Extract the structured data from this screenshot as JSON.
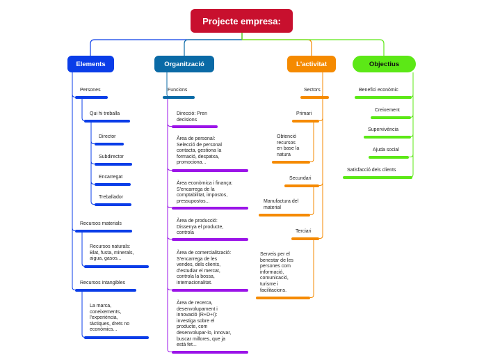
{
  "root": {
    "label": "Projecte empresa:",
    "color": "#c8102e"
  },
  "branches": [
    {
      "label": "Elements",
      "color": "#0a3de8",
      "items": [
        {
          "label": "Persones"
        },
        {
          "label": "Qui hi treballa"
        },
        {
          "label": "Director"
        },
        {
          "label": "Subdirector"
        },
        {
          "label": "Encarregat"
        },
        {
          "label": "Treballador"
        },
        {
          "label": "Recursos materials"
        },
        {
          "label": "Recursos naturals:\nBlat, fusta, minerals,\naigua, gasos..."
        },
        {
          "label": "Recursos intangibles"
        },
        {
          "label": "La marca,\nconeixements,\nl'experiència,\ntàctiques, drets no\neconòmics..."
        }
      ]
    },
    {
      "label": "Organització",
      "color": "#0a6aa6",
      "sub_color": "#9b14e8",
      "items": [
        {
          "label": "Funcions"
        },
        {
          "label": "Direcció:  Pren\ndecisions"
        },
        {
          "label": "Àrea de personal:\nSelecció de personal\ncontacta, gestiona la\nformació, despatxa,\npromociona..."
        },
        {
          "label": "Àrea econòmica i finança:\nS'encarrega de la\ncomptabilitat, impostos,\npressupostos..."
        },
        {
          "label": "Àrea de producció:\nDissenya el producte,\ncontrola"
        },
        {
          "label": "Àrea de comercialització:\nS'encarrega de les\nvendes, dels clients,\nd'estudiar el mercat,\ncontrola la bossa,\ninternacionalitat."
        },
        {
          "label": "Àrea de recerca,\ndesenvolupament i\ninnovació (R+D+I):\ninvestiga sobre el\nproducte, com\ndesenvolupar-lo, innovar,\nbuscar millores, que ja\nestà fet..."
        }
      ]
    },
    {
      "label": "L'activitat",
      "color": "#f58a00",
      "items": [
        {
          "label": "Sectors"
        },
        {
          "label": "Primari"
        },
        {
          "label": "Obtenció\nrecursos\nen base la\nnatura"
        },
        {
          "label": "Secundari"
        },
        {
          "label": "Manufactura del\nmaterial"
        },
        {
          "label": "Terciari"
        },
        {
          "label": "Serveis per el\nbenestar de les\npersones com\ninformació,\ncomunicació,\nturisme i\nfacilitacions."
        }
      ]
    },
    {
      "label": "Objectius",
      "color": "#5ce816",
      "items": [
        {
          "label": "Benefici econòmic"
        },
        {
          "label": "Creixement"
        },
        {
          "label": "Supervivència"
        },
        {
          "label": "Ajuda social"
        },
        {
          "label": "Satisfacció dels clients"
        }
      ]
    }
  ]
}
